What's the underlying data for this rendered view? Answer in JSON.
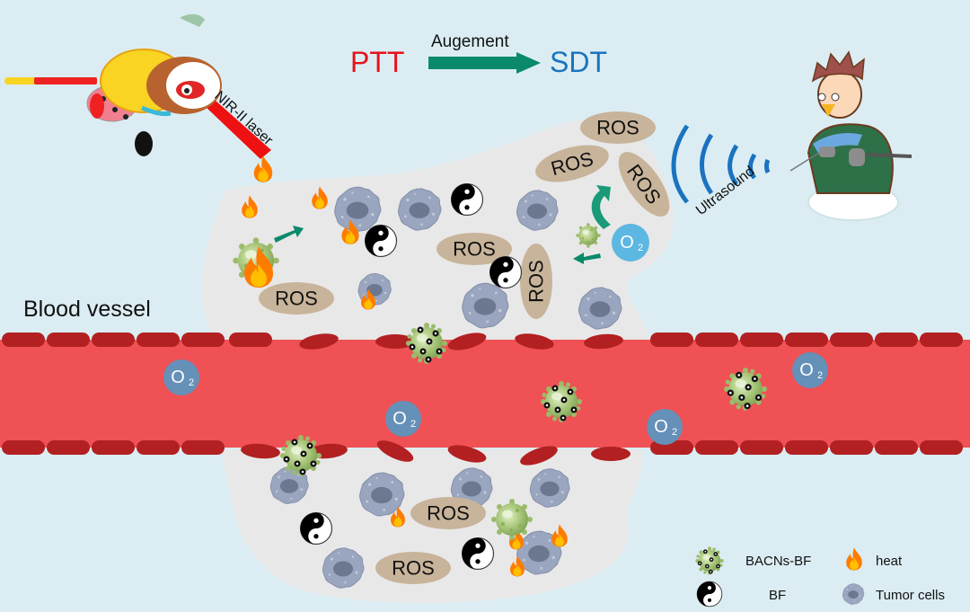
{
  "diagram": {
    "header": {
      "ptt_label": "PTT",
      "arrow_label": "Augement",
      "sdt_label": "SDT"
    },
    "laser_label": "NIR-II laser",
    "ultrasound_label": "Ultrasound",
    "vessel_label": "Blood vessel",
    "ros_label": "ROS",
    "o2_label": "O",
    "o2_subscript": "2",
    "legend": {
      "items": [
        {
          "icon": "nanoparticle-icon",
          "label": "BACNs-BF"
        },
        {
          "icon": "flame-icon",
          "label": "heat"
        },
        {
          "icon": "yin-yang-icon",
          "label": "BF"
        },
        {
          "icon": "tumor-cell-icon",
          "label": "Tumor cells"
        }
      ]
    },
    "colors": {
      "background": "#dbedf3",
      "ptt": "#e8101a",
      "sdt": "#1a73c0",
      "arrow": "#0a8a6a",
      "laser": "#ee1111",
      "vessel": "#ef5155",
      "vessel_wall": "#b22022",
      "tumor_region": "#e8e8e8",
      "ros": "#c8b49a",
      "o2_blood": "#6590b8",
      "o2_tumor": "#5cb7e2",
      "tumor_cell": "#9aa6bf",
      "tumor_nucleus": "#6b7890",
      "nanoparticle": "#a9c77a",
      "ultrasound": "#1a73c0"
    }
  }
}
